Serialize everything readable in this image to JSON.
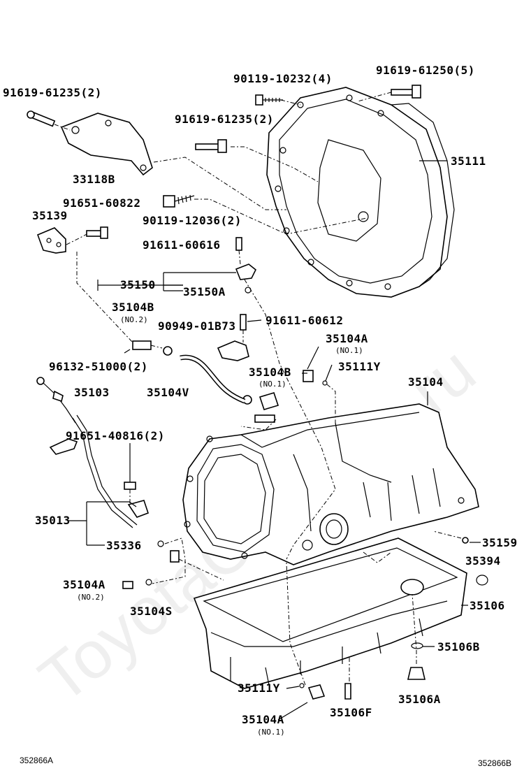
{
  "watermark": "ToyotaCarMine.ru",
  "corner_left": "352866A",
  "corner_right": "352866B",
  "labels": {
    "p91619_61235_2_top": "91619-61235(2)",
    "p90119_10232_4": "90119-10232(4)",
    "p91619_61250_5": "91619-61250(5)",
    "p91619_61235_2_mid": "91619-61235(2)",
    "p35111": "35111",
    "p33118B": "33118B",
    "p91651_60822": "91651-60822",
    "p35139": "35139",
    "p90119_12036_2": "90119-12036(2)",
    "p91611_60616": "91611-60616",
    "p35150": "35150",
    "p35150A": "35150A",
    "p35104B": "35104B",
    "p35104B_no2": "(NO.2)",
    "p90949_01B73": "90949-01B73",
    "p91611_60612": "91611-60612",
    "p35104A_top": "35104A",
    "p35104A_top_no1": "(NO.1)",
    "p96132_51000_2": "96132-51000(2)",
    "p35104B_mid": "35104B",
    "p35104B_mid_no1": "(NO.1)",
    "p35111Y_top": "35111Y",
    "p35103": "35103",
    "p35104V": "35104V",
    "p35104": "35104",
    "p91651_40816_2": "91651-40816(2)",
    "p35013": "35013",
    "p35336": "35336",
    "p35159": "35159",
    "p35394": "35394",
    "p35104A_left": "35104A",
    "p35104A_left_no2": "(NO.2)",
    "p35104S": "35104S",
    "p35106": "35106",
    "p35106B": "35106B",
    "p35111Y_bottom": "35111Y",
    "p35106A": "35106A",
    "p35106F": "35106F",
    "p35104A_bottom": "35104A",
    "p35104A_bottom_no1": "(NO.1)"
  }
}
